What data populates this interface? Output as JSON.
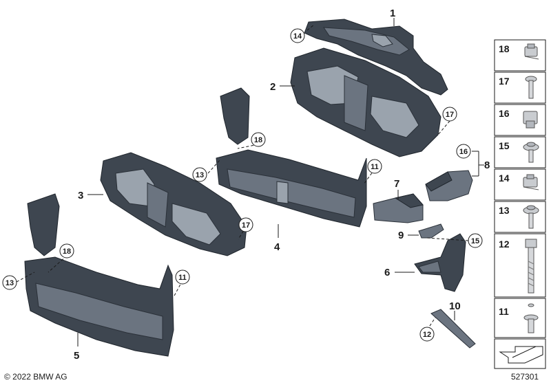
{
  "part_numbers": {
    "p1": "1",
    "p2": "2",
    "p3": "3",
    "p4": "4",
    "p5": "5",
    "p6": "6",
    "p7": "7",
    "p8": "8",
    "p9": "9",
    "p10": "10"
  },
  "callouts": {
    "c14": "14",
    "c17a": "17",
    "c18a": "18",
    "c13a": "13",
    "c11a": "11",
    "c16": "16",
    "c17b": "17",
    "c18b": "18",
    "c13b": "13",
    "c11b": "11",
    "c15": "15",
    "c12": "12"
  },
  "sidebar": {
    "items": [
      {
        "label": "18",
        "icon": "clip-nut-icon"
      },
      {
        "label": "17",
        "icon": "screw-icon"
      },
      {
        "label": "16",
        "icon": "clip-nut-icon"
      },
      {
        "label": "15",
        "icon": "collar-screw-icon"
      },
      {
        "label": "14",
        "icon": "clip-nut-icon"
      },
      {
        "label": "13",
        "icon": "collar-screw-icon"
      },
      {
        "label": "12",
        "icon": "bolt-icon"
      },
      {
        "label": "11",
        "icon": "expanding-rivet-icon"
      }
    ]
  },
  "footer": {
    "copyright": "© 2022 BMW AG",
    "diagram_id": "527301"
  }
}
